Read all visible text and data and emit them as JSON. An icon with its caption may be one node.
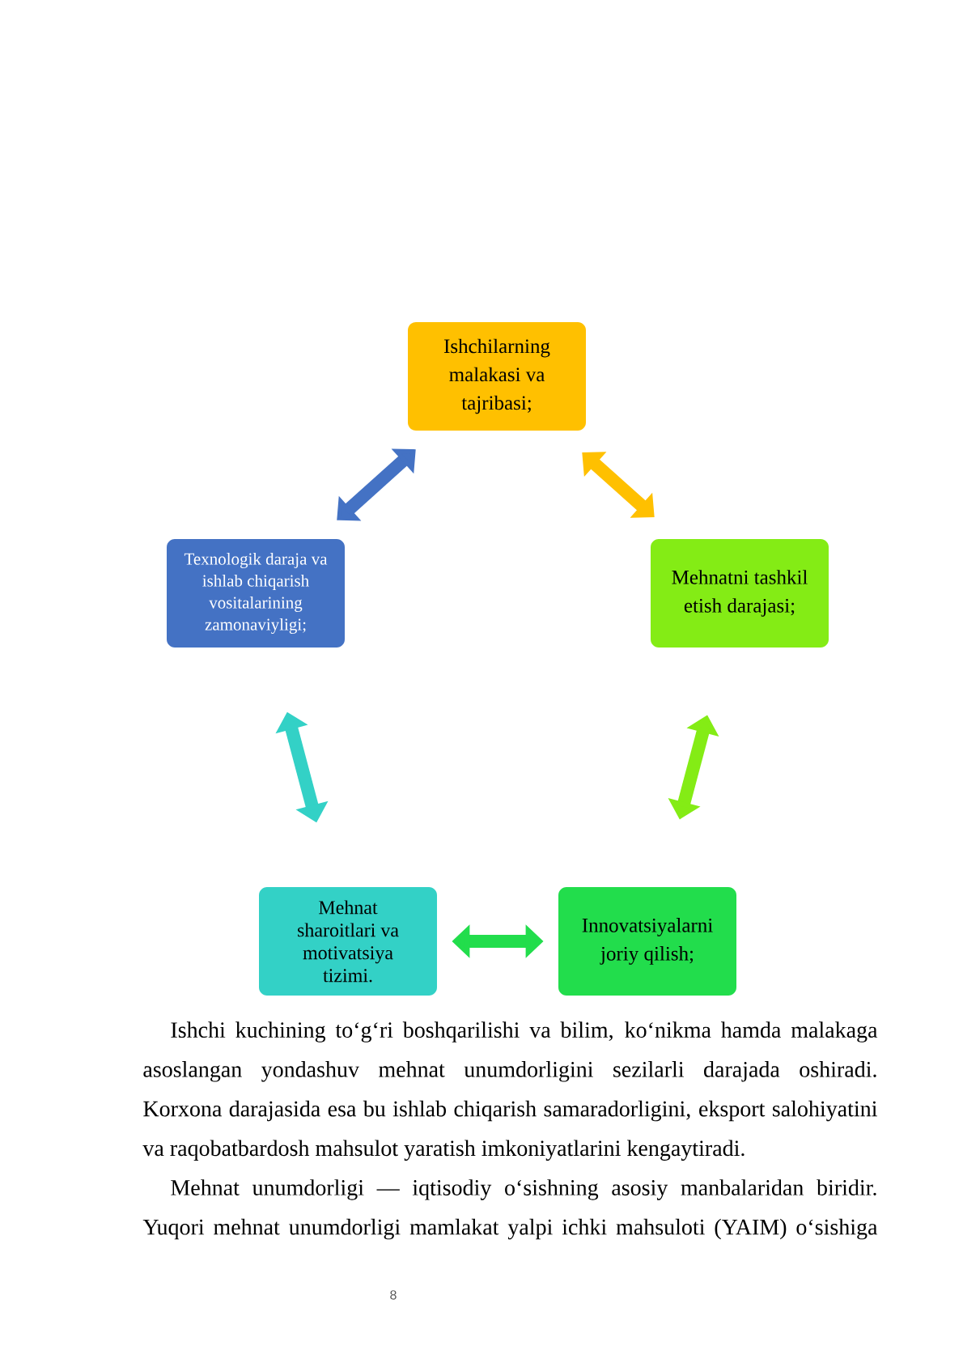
{
  "diagram": {
    "nodes": [
      {
        "text": [
          "Ishchilarning malakasi va tajribasi;"
        ]
      },
      {
        "text": [
          "Mehnatni tashkil etish darajasi;"
        ]
      },
      {
        "text": [
          "Innovatsiyalarni joriy qilish;"
        ]
      },
      {
        "text": [
          "Mehnat sharoitlari va motivatsiya tizimi."
        ]
      },
      {
        "text": [
          "Texnologik daraja va ishlab chiqarish vositalarining zamonaviyligi;"
        ]
      }
    ],
    "edges": [
      {
        "from": 0,
        "to": 1,
        "arrow": "both",
        "color": "#ffc000"
      },
      {
        "from": 1,
        "to": 2,
        "arrow": "both",
        "color": "#84ec15"
      },
      {
        "from": 2,
        "to": 3,
        "arrow": "both",
        "color": "#22dd4c"
      },
      {
        "from": 3,
        "to": 4,
        "arrow": "both",
        "color": "#33d1c6"
      },
      {
        "from": 4,
        "to": 0,
        "arrow": "both",
        "color": "#4472c4"
      }
    ],
    "labels": [
      "Ishchi kuchining to‘g‘ri boshqarilishi va bilim, ko‘nikma hamda malakaga asoslangan yondashuv mehnat unumdorligini sezilarli darajada oshiradi. Korxona darajasida esa bu ishlab chiqarish samaradorligini, eksport salohiyatini va raqobatbardosh mahsulot yaratish imkoniyatlarini kengaytiradi.",
      "Mehnat unumdorligi — iqtisodiy o‘sishning asosiy manbalaridan biridir. Yuqori mehnat unumdorligi mamlakat yalpi ichki mahsuloti (YAIM) o‘sishiga",
      "8"
    ]
  }
}
